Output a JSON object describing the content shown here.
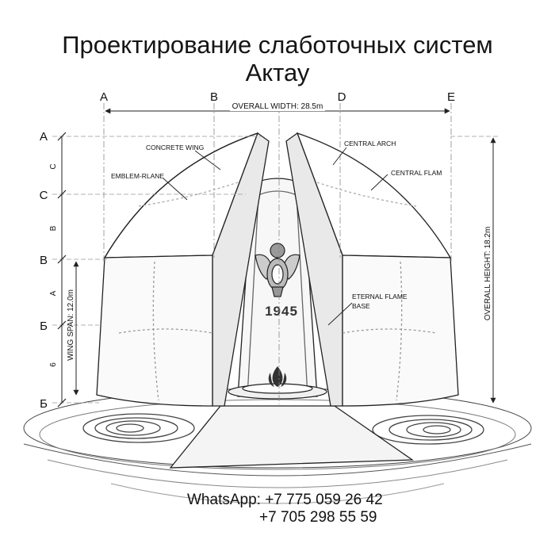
{
  "title": {
    "line1": "Проектирование слаботочных систем",
    "line2": "Актау"
  },
  "grid_columns": [
    "A",
    "B",
    "D",
    "E"
  ],
  "grid_rows": [
    "A",
    "C",
    "B",
    "Б",
    "Б"
  ],
  "row_segments": [
    "C",
    "B",
    "A",
    "6"
  ],
  "dimensions": {
    "overall_width": "OVERALL WIDTH: 28.5m",
    "overall_height": "OVERALL HEIGHT: 18.2m",
    "wing_span": "WING SPAN: 12.0m"
  },
  "labels": {
    "concrete_wing": "CONCRETE WING",
    "emblem_plane": "EMBLEM-RLANE",
    "central_arch": "CENTRAL ARCH",
    "central_flam": "CENTRAL FLAM",
    "eternal_flame": "ETERNAL FLAME",
    "eternal_flame_base": "BASE"
  },
  "year": "1945",
  "contact": {
    "line1": "WhatsApp: +7 775 059 26 42",
    "line2": "+7 705 298 55 59"
  }
}
